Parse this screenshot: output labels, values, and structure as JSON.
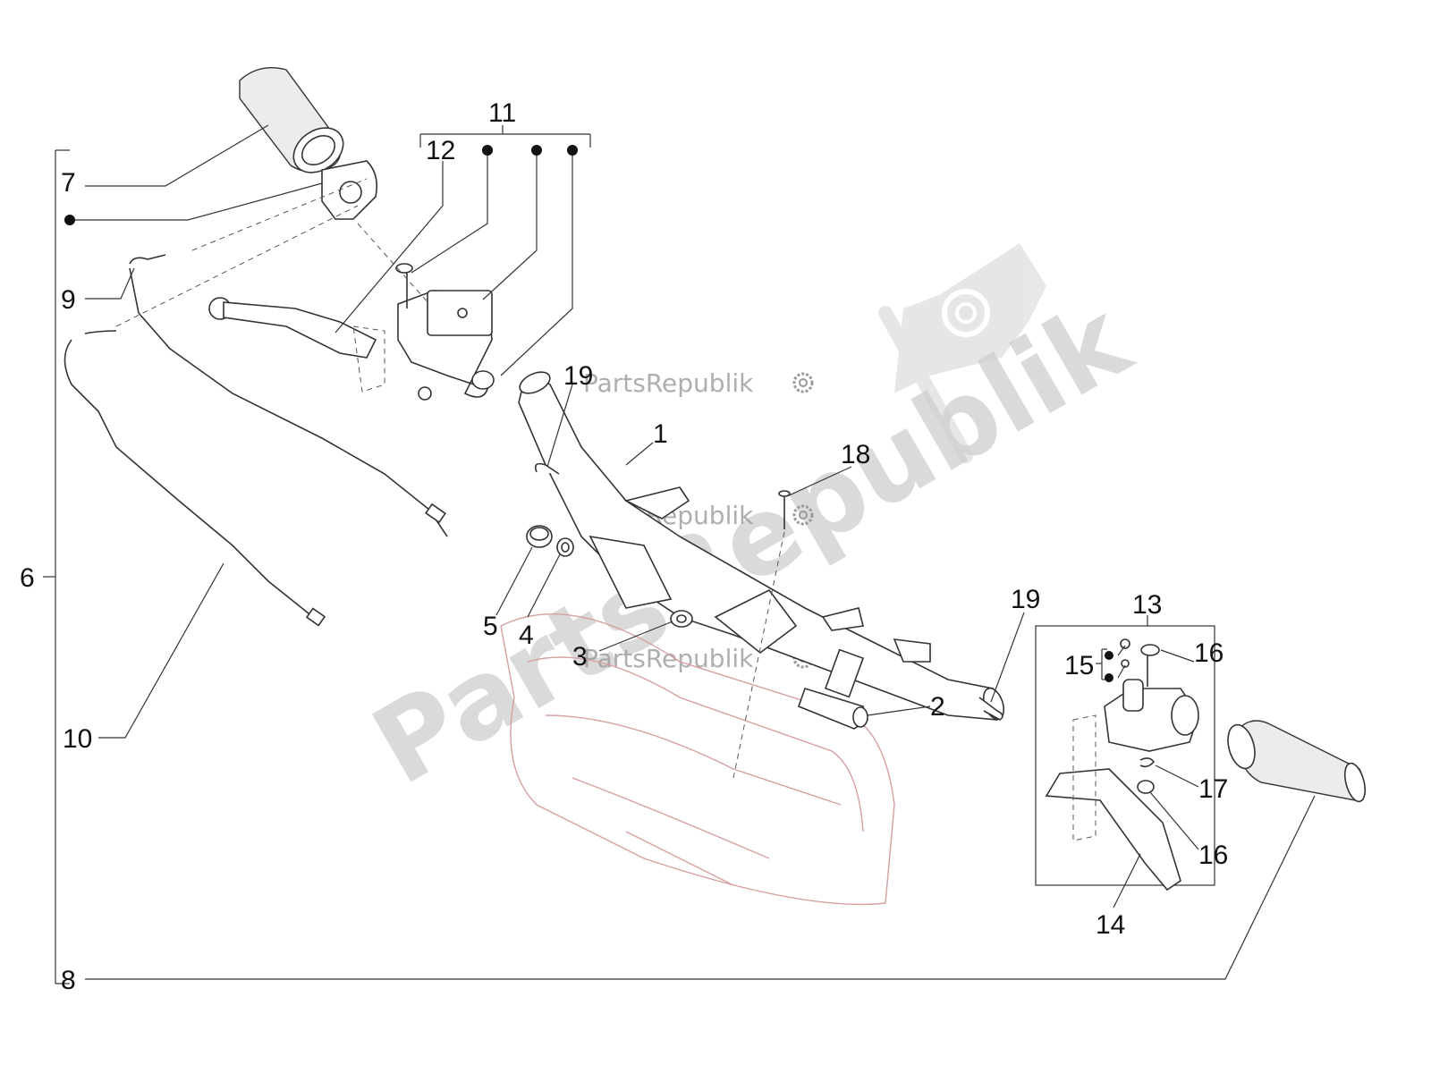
{
  "watermark": {
    "large_text": "PartsRepublik",
    "small_text": "PartsRepublik"
  },
  "callouts": {
    "c1": "1",
    "c2": "2",
    "c3": "3",
    "c4": "4",
    "c5": "5",
    "c6": "6",
    "c7": "7",
    "c8": "8",
    "c9": "9",
    "c10": "10",
    "c11": "11",
    "c12": "12",
    "c13": "13",
    "c14": "14",
    "c15": "15",
    "c16a": "16",
    "c16b": "16",
    "c17": "17",
    "c18": "18",
    "c19a": "19",
    "c19b": "19"
  },
  "icons": {
    "gear": "gear-icon",
    "logo_flag": "flag-logo-icon",
    "bullet": "bullet-dot-icon"
  },
  "colors": {
    "line": "#333333",
    "callout_text": "#111111",
    "watermark": "#bdbdbd",
    "ghost_frame": "#d6a0a0"
  }
}
